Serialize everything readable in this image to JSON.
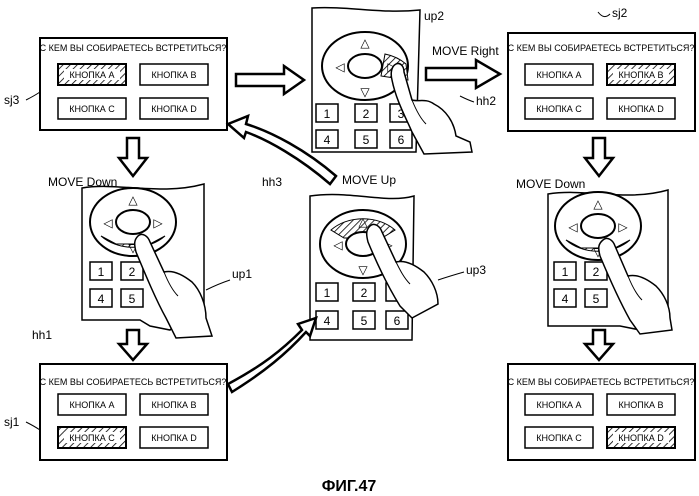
{
  "figure_caption": "ФИГ.47",
  "question": "С КЕМ ВЫ СОБИРАЕТЕСЬ ВСТРЕТИТЬСЯ?",
  "buttons": [
    "КНОПКА А",
    "КНОПКА В",
    "КНОПКА С",
    "КНОПКА D"
  ],
  "screens": {
    "sj3": {
      "ref": "sj3",
      "selected": "КНОПКА А"
    },
    "sj2": {
      "ref": "sj2",
      "selected": "КНОПКА В"
    },
    "sj1": {
      "ref": "sj1",
      "selected": "КНОПКА С"
    },
    "final": {
      "selected": "КНОПКА D"
    }
  },
  "remotes": {
    "up1": {
      "ref": "up1",
      "keys": [
        "1",
        "2",
        "4",
        "5"
      ]
    },
    "up2": {
      "ref": "up2",
      "keys": [
        "1",
        "2",
        "3",
        "4",
        "5",
        "6"
      ]
    },
    "up3": {
      "ref": "up3",
      "keys": [
        "1",
        "2",
        "3",
        "4",
        "5",
        "6"
      ]
    },
    "right": {
      "keys": [
        "1",
        "2",
        "4",
        "5"
      ]
    }
  },
  "hands": {
    "hh1": "hh1",
    "hh2": "hh2",
    "hh3": "hh3"
  },
  "actions": {
    "move_down_left": "MOVE Down",
    "move_up": "MOVE Up",
    "move_right": "MOVE Right",
    "move_down_right": "MOVE Down"
  },
  "arrow_glyphs": {
    "up": "△",
    "down": "▽",
    "left": "◁",
    "right": "▷"
  }
}
